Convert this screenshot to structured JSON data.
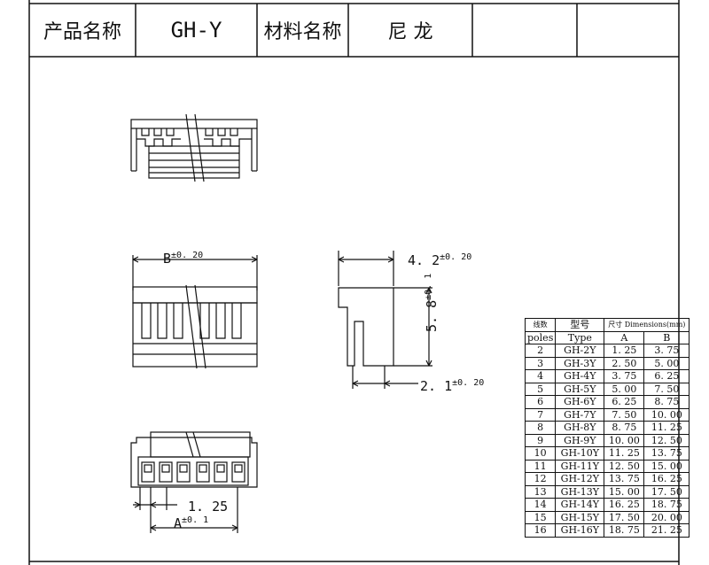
{
  "header": {
    "product_name_label": "产品名称",
    "product_name_value": "GH-Y",
    "material_label": "材料名称",
    "material_value": "尼 龙"
  },
  "dimensions": {
    "b_label": "B",
    "b_tol": "±0. 20",
    "depth": "4. 2",
    "depth_tol": "±0. 20",
    "height": "5. 8",
    "height_tol": "±0. 1",
    "base": "2. 1",
    "base_tol": "±0. 20",
    "pitch": "1. 25",
    "a_label": "A",
    "a_tol": "±0. 1"
  },
  "table": {
    "headers": {
      "poles_cn": "线数",
      "type_cn": "型号",
      "dims_cn": "尺寸 Dimensions(mm)",
      "poles_en": "poles",
      "type_en": "Type",
      "a": "A",
      "b": "B"
    },
    "rows": [
      [
        "2",
        "GH-2Y",
        "1. 25",
        "3. 75"
      ],
      [
        "3",
        "GH-3Y",
        "2. 50",
        "5. 00"
      ],
      [
        "4",
        "GH-4Y",
        "3. 75",
        "6. 25"
      ],
      [
        "5",
        "GH-5Y",
        "5. 00",
        "7. 50"
      ],
      [
        "6",
        "GH-6Y",
        "6. 25",
        "8. 75"
      ],
      [
        "7",
        "GH-7Y",
        "7. 50",
        "10. 00"
      ],
      [
        "8",
        "GH-8Y",
        "8. 75",
        "11. 25"
      ],
      [
        "9",
        "GH-9Y",
        "10. 00",
        "12. 50"
      ],
      [
        "10",
        "GH-10Y",
        "11. 25",
        "13. 75"
      ],
      [
        "11",
        "GH-11Y",
        "12. 50",
        "15. 00"
      ],
      [
        "12",
        "GH-12Y",
        "13. 75",
        "16. 25"
      ],
      [
        "13",
        "GH-13Y",
        "15. 00",
        "17. 50"
      ],
      [
        "14",
        "GH-14Y",
        "16. 25",
        "18. 75"
      ],
      [
        "15",
        "GH-15Y",
        "17. 50",
        "20. 00"
      ],
      [
        "16",
        "GH-16Y",
        "18. 75",
        "21. 25"
      ]
    ]
  }
}
